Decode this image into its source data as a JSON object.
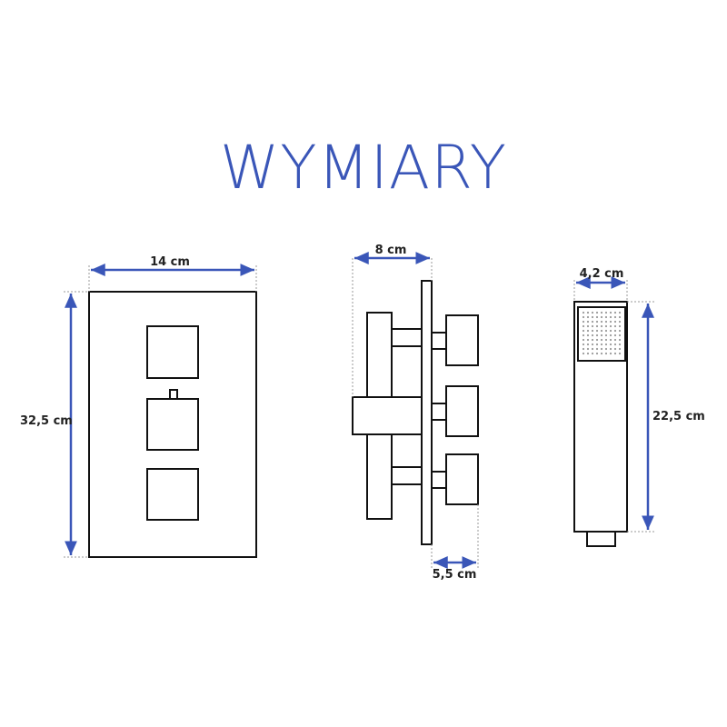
{
  "title": "WYMIARY",
  "colors": {
    "title": "#3a56b8",
    "dimension_line": "#3a56b8",
    "outline": "#111111",
    "background": "#ffffff"
  },
  "views": {
    "front_panel": {
      "width_label": "14 cm",
      "height_label": "32,5 cm"
    },
    "side_view": {
      "depth_label": "8 cm",
      "knob_depth_label": "5,5 cm"
    },
    "hand_shower": {
      "width_label": "4,2 cm",
      "height_label": "22,5 cm"
    }
  }
}
